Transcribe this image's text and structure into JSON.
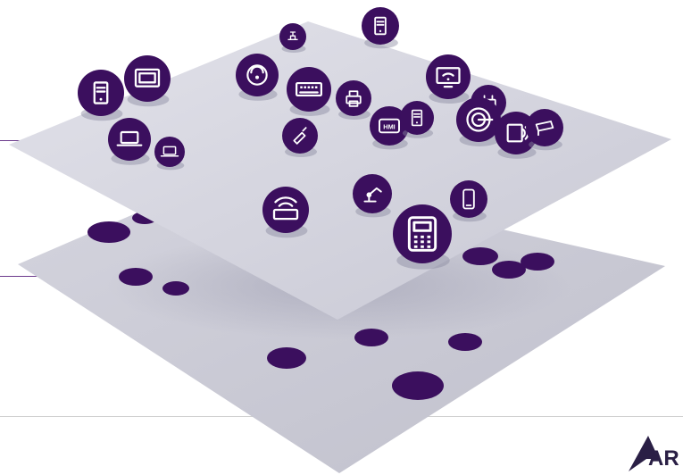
{
  "colors": {
    "background": "#ffffff",
    "device_fill": "#3b0f5e",
    "device_glyph": "#ffffff",
    "upper_plane": "#ceced8",
    "lower_plane": "#c4c4d0",
    "lower_plane_shadow": "#a8a8b8",
    "accent_line": "#6b3a8c",
    "divider_line": "#d0d0d0",
    "logo": "#2a1f45"
  },
  "upper_layer": {
    "name": "device-layer",
    "devices": [
      {
        "icon": "server-tower-icon"
      },
      {
        "icon": "water-valve-icon"
      },
      {
        "icon": "monitor-icon"
      },
      {
        "icon": "server-tower-icon"
      },
      {
        "icon": "radar-gauge-icon"
      },
      {
        "icon": "network-switch-icon"
      },
      {
        "icon": "printer-icon"
      },
      {
        "icon": "wifi-display-icon"
      },
      {
        "icon": "router-icon"
      },
      {
        "icon": "laptop-icon"
      },
      {
        "icon": "laptop-icon"
      },
      {
        "icon": "barcode-scanner-icon"
      },
      {
        "icon": "hmi-panel-icon"
      },
      {
        "icon": "server-tower-icon"
      },
      {
        "icon": "target-sensor-icon"
      },
      {
        "icon": "nfc-reader-icon"
      },
      {
        "icon": "security-camera-icon"
      },
      {
        "icon": "wifi-router-icon"
      },
      {
        "icon": "robot-arm-icon"
      },
      {
        "icon": "smartphone-icon"
      },
      {
        "icon": "payment-terminal-icon"
      }
    ]
  },
  "lower_layer": {
    "name": "shadow-layer",
    "dot_count": 12
  },
  "logo": {
    "text": "AR",
    "icon": "triangle-logo-icon"
  }
}
